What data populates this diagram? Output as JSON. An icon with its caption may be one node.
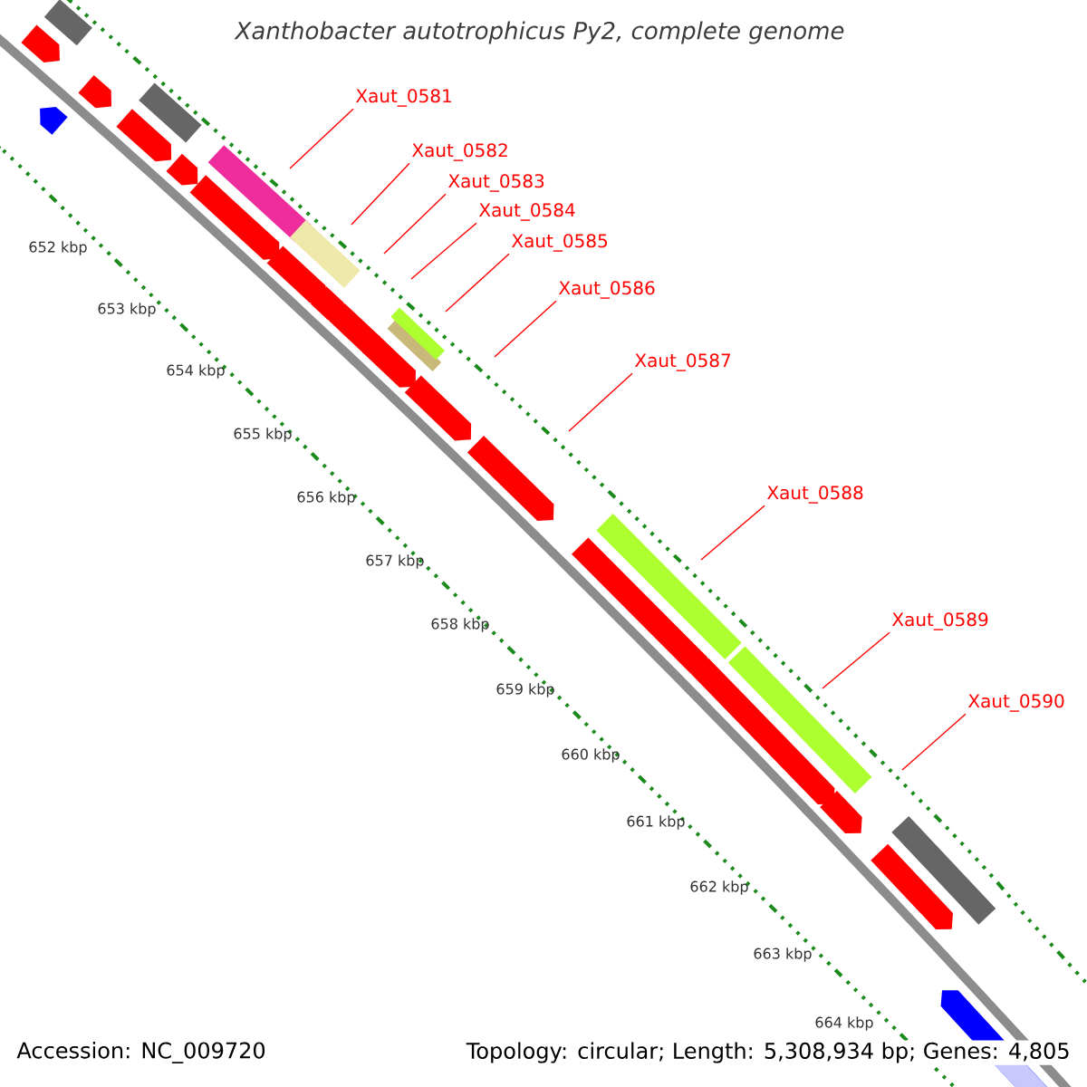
{
  "diagram": {
    "title": "Xanthobacter autotrophicus Py2, complete genome",
    "nodes": [
      {
        "text": [
          "Xaut_0581"
        ]
      },
      {
        "text": [
          "Xaut_0582"
        ]
      },
      {
        "text": [
          "Xaut_0583"
        ]
      },
      {
        "text": [
          "Xaut_0584"
        ]
      },
      {
        "text": [
          "Xaut_0585"
        ]
      },
      {
        "text": [
          "Xaut_0586"
        ]
      },
      {
        "text": [
          "Xaut_0587"
        ]
      },
      {
        "text": [
          "Xaut_0588"
        ]
      },
      {
        "text": [
          "Xaut_0589"
        ]
      },
      {
        "text": [
          "Xaut_0590"
        ]
      }
    ],
    "edges": [
      {
        "from": 0,
        "to": null,
        "arrow": "none"
      },
      {
        "from": 1,
        "to": null,
        "arrow": "none"
      },
      {
        "from": 2,
        "to": null,
        "arrow": "none"
      },
      {
        "from": 3,
        "to": null,
        "arrow": "none"
      },
      {
        "from": 4,
        "to": null,
        "arrow": "none"
      },
      {
        "from": 5,
        "to": null,
        "arrow": "none"
      },
      {
        "from": 6,
        "to": null,
        "arrow": "none"
      },
      {
        "from": 7,
        "to": null,
        "arrow": "none"
      },
      {
        "from": 8,
        "to": null,
        "arrow": "none"
      },
      {
        "from": 9,
        "to": null,
        "arrow": "none"
      }
    ],
    "labels": [
      "652 kbp",
      "653 kbp",
      "654 kbp",
      "655 kbp",
      "656 kbp",
      "657 kbp",
      "658 kbp",
      "659 kbp",
      "660 kbp",
      "661 kbp",
      "662 kbp",
      "663 kbp",
      "664 kbp",
      "Accession: NC_009720",
      "Topology: circular; Length: 5,308,934 bp; Genes: 4,805"
    ]
  }
}
